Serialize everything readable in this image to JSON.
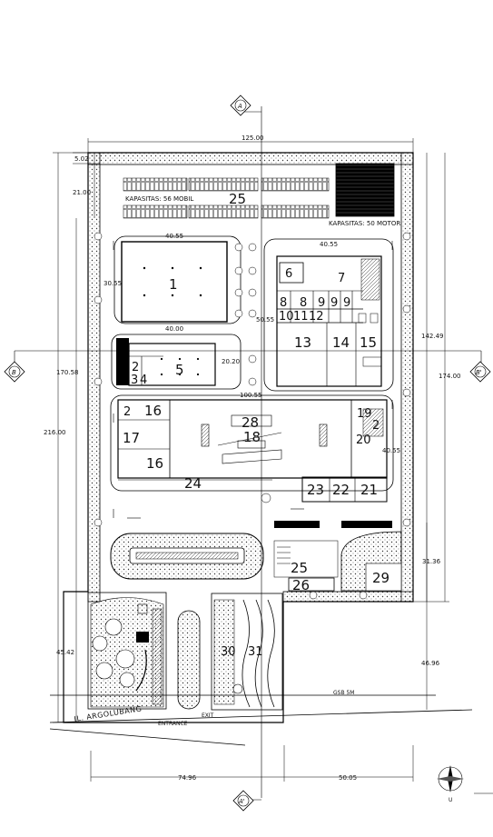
{
  "section_markers": {
    "a": "A",
    "a_prime": "A'",
    "b": "B",
    "b_prime": "B'"
  },
  "dimensions": {
    "top_width": "125.00",
    "top_offset": "5.02",
    "top_depth": "21.00",
    "left_partial": "170.58",
    "left_total": "216.00",
    "right_upper": "142.49",
    "right_total": "174.00",
    "right_mid": "31.36",
    "right_lower": "46.96",
    "left_lower": "45.42",
    "bottom_left": "74.96",
    "bottom_right": "50.05",
    "b1_width": "40.55",
    "b1_depth": "30.55",
    "b2_width": "40.55",
    "b2_depth": "50.55",
    "b3_width": "40.00",
    "b3_depth": "20.20",
    "b4_width": "100.55",
    "b4_depth": "40.55"
  },
  "labels": {
    "parking_car": "KAPASITAS: 56 MOBIL",
    "parking_moto": "KAPASITAS: 50 MOTOR",
    "road": "JL. ARGOLUBANG",
    "entrance": "ENTRANCE",
    "exit": "EXIT",
    "setback": "GSB 5M"
  },
  "zones": {
    "z1": "1",
    "z2": "2",
    "z3": "3",
    "z4": "4",
    "z5": "5",
    "z6": "6",
    "z7": "7",
    "z8a": "8",
    "z8b": "8",
    "z9a": "9",
    "z9b": "9",
    "z9c": "9",
    "z10": "10",
    "z11": "11",
    "z12": "12",
    "z13": "13",
    "z14": "14",
    "z15": "15",
    "z16a": "16",
    "z16b": "16",
    "z17": "17",
    "z18": "18",
    "z19": "19",
    "z2b": "2",
    "z20": "20",
    "z21": "21",
    "z22": "22",
    "z23": "23",
    "z24": "24",
    "z25a": "25",
    "z25b": "25",
    "z26": "26",
    "z28": "28",
    "z29": "29",
    "z30": "30",
    "z31": "31",
    "z2c": "2"
  },
  "north_label": "U"
}
